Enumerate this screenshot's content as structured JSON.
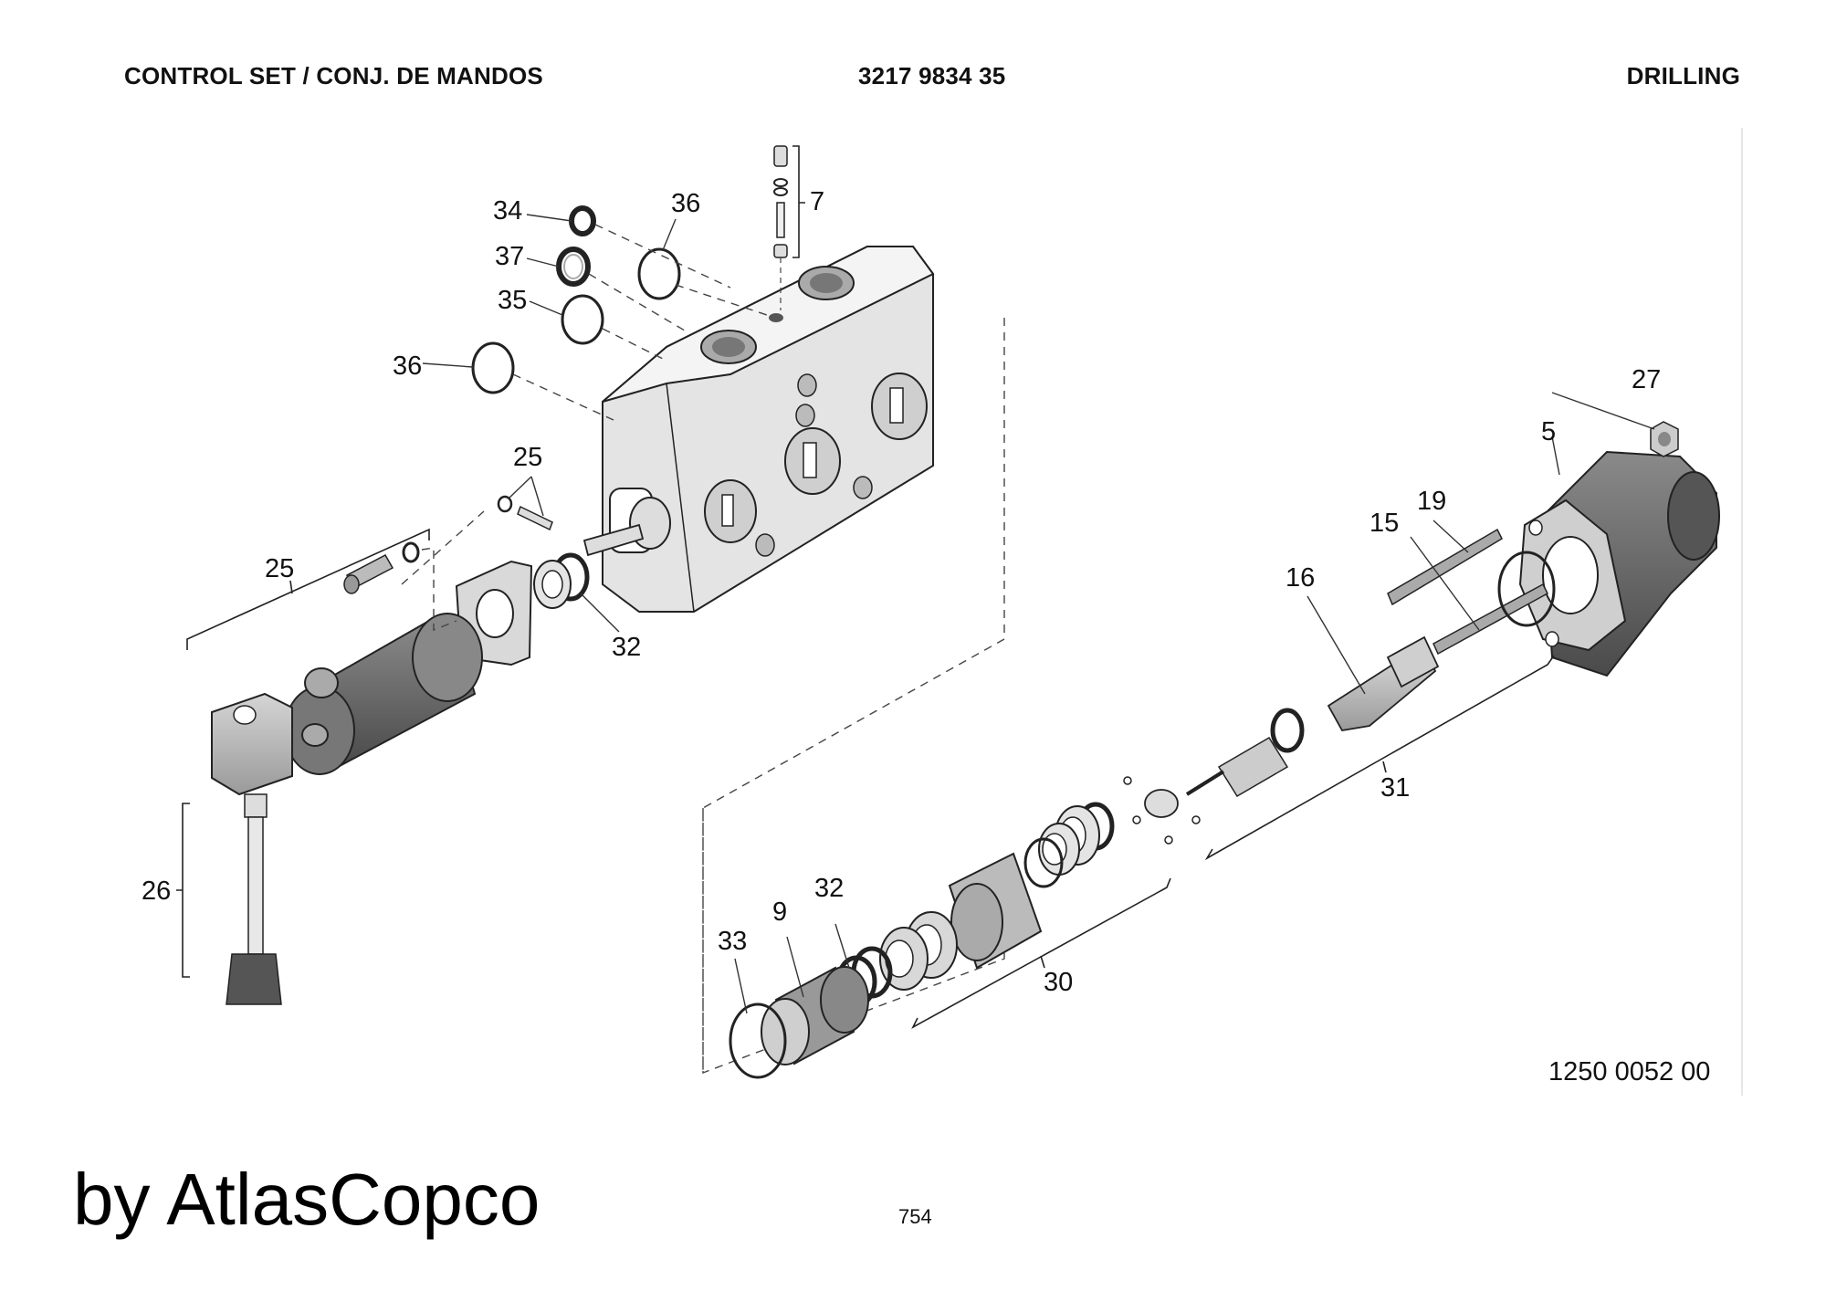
{
  "header": {
    "title": "CONTROL SET / CONJ. DE MANDOS",
    "part_number": "3217 9834 35",
    "section": "DRILLING"
  },
  "callouts": {
    "c34": "34",
    "c36a": "36",
    "c7": "7",
    "c37": "37",
    "c35": "35",
    "c36b": "36",
    "c25a": "25",
    "c25b": "25",
    "c32a": "32",
    "c26": "26",
    "c27": "27",
    "c5": "5",
    "c19": "19",
    "c15": "15",
    "c16": "16",
    "c31": "31",
    "c32b": "32",
    "c9": "9",
    "c33": "33",
    "c30": "30"
  },
  "drawing_number": "1250 0052 00",
  "footer": {
    "brand": "by AtlasCopco",
    "page_number": "754"
  }
}
